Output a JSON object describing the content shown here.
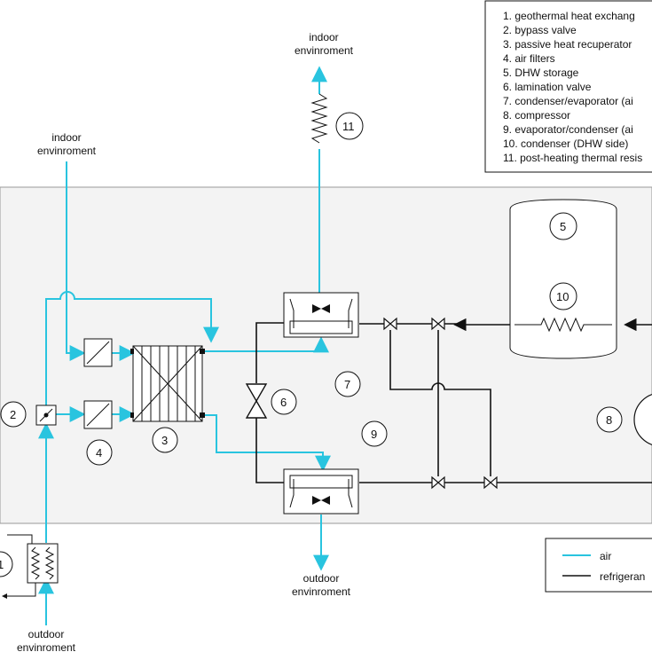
{
  "colors": {
    "air": "#29c4df",
    "refrigerant": "#111111",
    "zone": "#f3f3f3"
  },
  "legend_box": {
    "items": [
      "1. geothermal heat exchang",
      "2. bypass valve",
      "3. passive heat recuperator",
      "4. air filters",
      "5. DHW storage",
      "6. lamination valve",
      "7. condenser/evaporator (ai",
      "8. compressor",
      "9. evaporator/condenser (ai",
      "10. condenser (DHW side)",
      "11. post-heating thermal resis"
    ]
  },
  "labels": {
    "indoor_top": [
      "indoor",
      "envinroment"
    ],
    "indoor_left": [
      "indoor",
      "envinroment"
    ],
    "outdoor_mid": [
      "outdoor",
      "envinroment"
    ],
    "outdoor_bottom": [
      "outdoor",
      "envinroment"
    ]
  },
  "numbers": {
    "n1": "1",
    "n2": "2",
    "n3": "3",
    "n4": "4",
    "n5": "5",
    "n6": "6",
    "n7": "7",
    "n8": "8",
    "n9": "9",
    "n10": "10",
    "n11": "11"
  },
  "key": {
    "air": "air",
    "refrigerant": "refrigeran"
  }
}
